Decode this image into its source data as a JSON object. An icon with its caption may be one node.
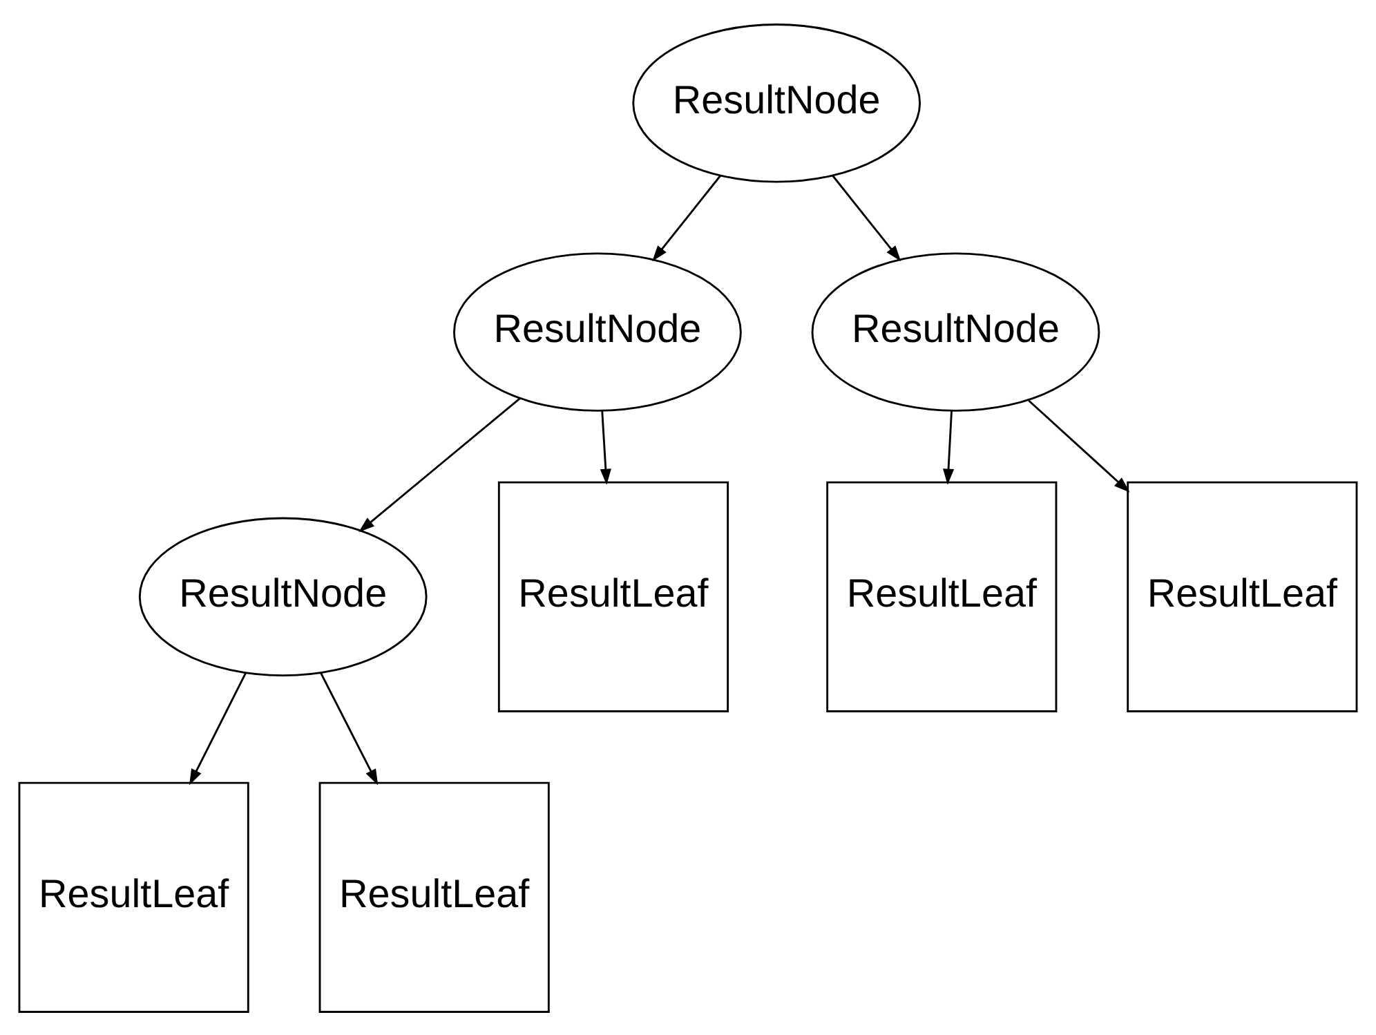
{
  "diagram": {
    "nodes": [
      {
        "text": [
          "ResultNode"
        ]
      },
      {
        "text": [
          "ResultNode"
        ]
      },
      {
        "text": [
          "ResultNode"
        ]
      },
      {
        "text": [
          "ResultNode"
        ]
      },
      {
        "text": [
          "ResultLeaf"
        ]
      },
      {
        "text": [
          "ResultLeaf"
        ]
      },
      {
        "text": [
          "ResultLeaf"
        ]
      },
      {
        "text": [
          "ResultLeaf"
        ]
      },
      {
        "text": [
          "ResultLeaf"
        ]
      }
    ],
    "edges": [
      {
        "from": 0,
        "to": 1,
        "arrow": "to"
      },
      {
        "from": 0,
        "to": 2,
        "arrow": "to"
      },
      {
        "from": 1,
        "to": 3,
        "arrow": "to"
      },
      {
        "from": 1,
        "to": 4,
        "arrow": "to"
      },
      {
        "from": 2,
        "to": 5,
        "arrow": "to"
      },
      {
        "from": 2,
        "to": 6,
        "arrow": "to"
      },
      {
        "from": 3,
        "to": 7,
        "arrow": "to"
      },
      {
        "from": 3,
        "to": 8,
        "arrow": "to"
      }
    ]
  }
}
